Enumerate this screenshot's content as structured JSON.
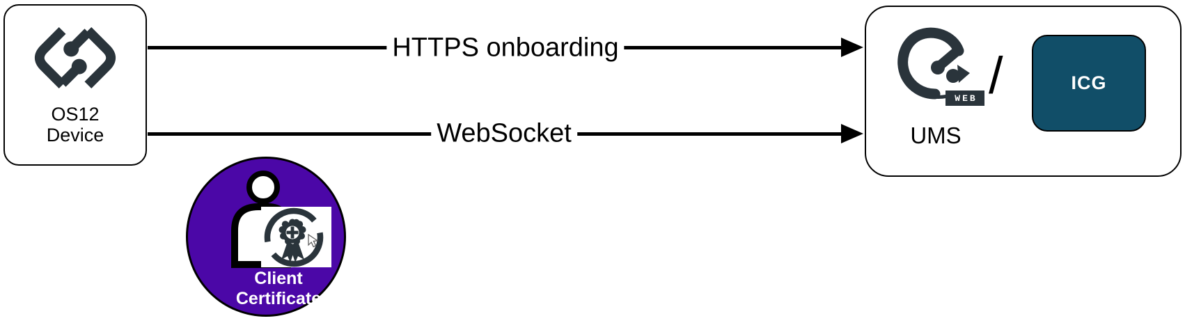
{
  "diagram": {
    "device": {
      "line1": "OS12",
      "line2": "Device"
    },
    "connections": [
      {
        "label": "HTTPS onboarding"
      },
      {
        "label": "WebSocket"
      }
    ],
    "server": {
      "web_badge": "WEB",
      "separator": "/",
      "icg": "ICG",
      "ums": "UMS"
    },
    "certificate": {
      "line1": "Client",
      "line2": "Certificate"
    }
  },
  "icons": {
    "device_logo": "igel-os12-logo",
    "server_logo": "igel-ums-web-logo",
    "certificate_icon": "person-with-certificate-badge",
    "cursor": "mouse-pointer"
  },
  "colors": {
    "ink": "#2a343b",
    "purple": "#4b07a7",
    "teal": "#114e68",
    "line": "#000000",
    "bg": "#ffffff"
  }
}
